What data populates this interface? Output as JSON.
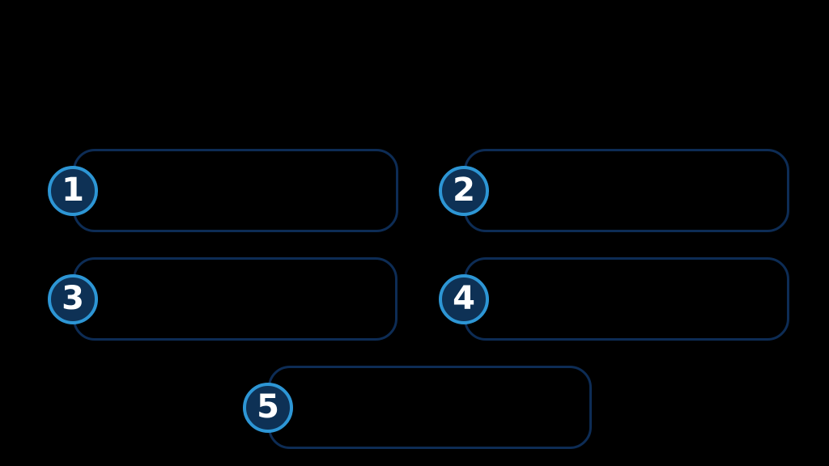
{
  "figure": {
    "description": "Five-step numbered placeholder diagram: five empty rounded outline boxes on a black background, arranged two-two-one, each with a circular number badge on its left edge",
    "background_color": "#000000"
  },
  "colors": {
    "background": "#000000",
    "box_border": "#0d2c55",
    "badge_ring": "#2d96d5",
    "badge_fill": "#0e3155",
    "badge_number": "#ffffff"
  },
  "steps": [
    {
      "number": "1"
    },
    {
      "number": "2"
    },
    {
      "number": "3"
    },
    {
      "number": "4"
    },
    {
      "number": "5"
    }
  ]
}
